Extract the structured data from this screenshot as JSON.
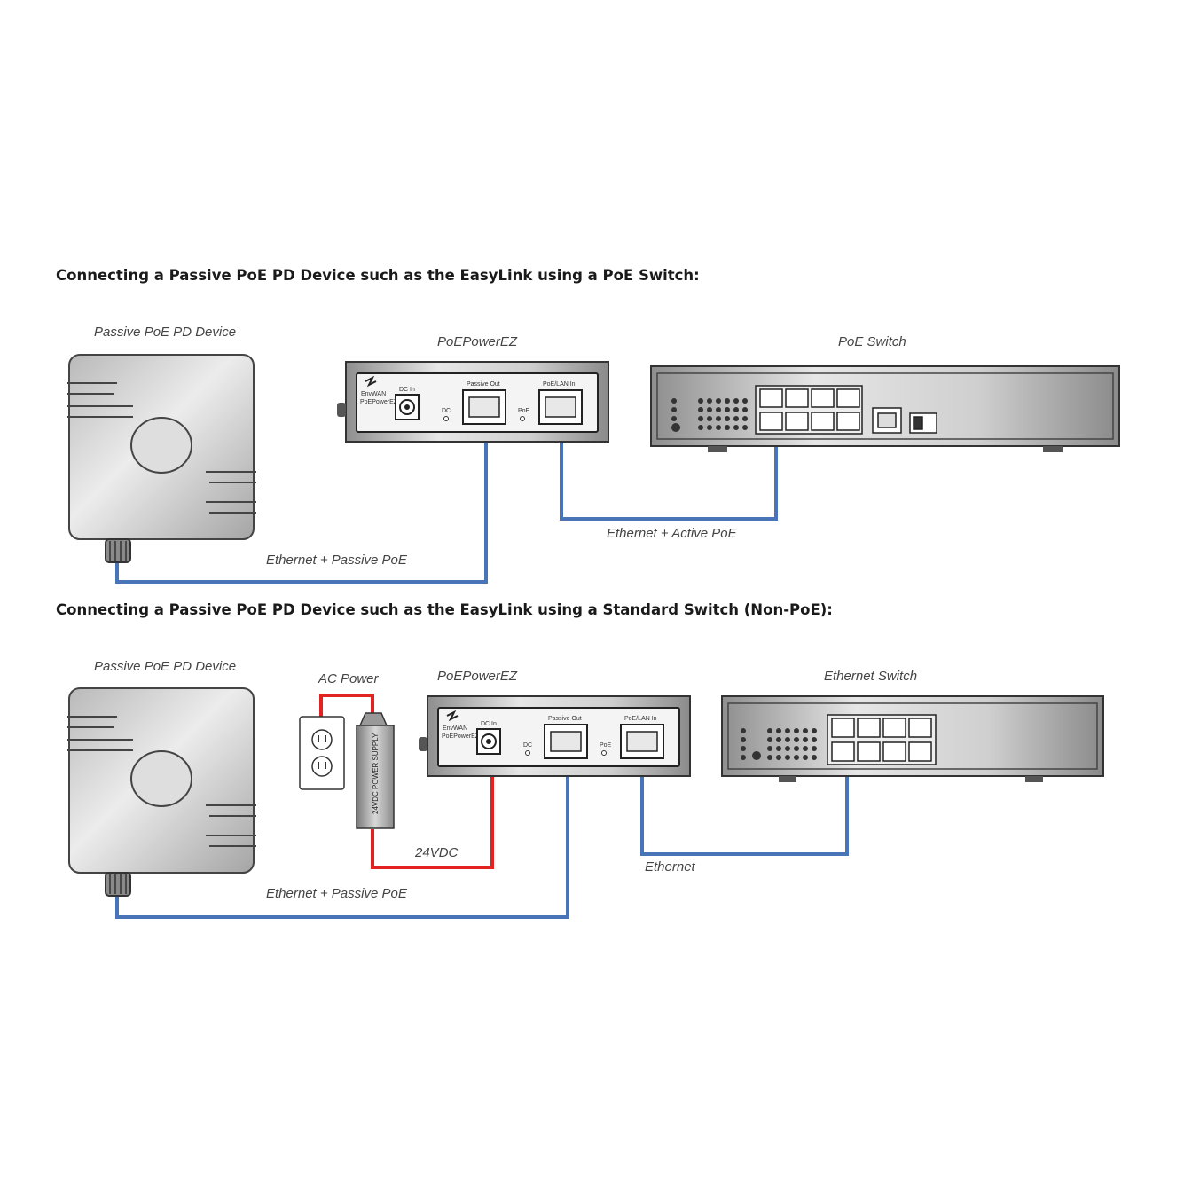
{
  "sections": [
    {
      "heading": "Connecting a Passive PoE PD Device such as the EasyLink using a PoE Switch:",
      "device_label": "Passive PoE PD Device",
      "injector_label": "PoEPowerEZ",
      "switch_label": "PoE Switch",
      "cable_device": "Ethernet + Passive PoE",
      "cable_switch": "Ethernet + Active PoE"
    },
    {
      "heading": "Connecting a Passive PoE PD Device such as the EasyLink using a Standard Switch (Non-PoE):",
      "device_label": "Passive PoE PD Device",
      "ac_label": "AC Power",
      "injector_label": "PoEPowerEZ",
      "switch_label": "Ethernet Switch",
      "dc_label": "24VDC",
      "cable_device": "Ethernet + Passive PoE",
      "cable_switch": "Ethernet"
    }
  ],
  "injector_panel": {
    "brand": "EnvWAN",
    "model": "PoEPowerEZ",
    "dc_in": "DC In",
    "passive_out": "Passive Out",
    "poe_lan_in": "PoE/LAN In",
    "dc_led": "DC",
    "poe_led": "PoE"
  },
  "psu_text": "24VDC POWER SUPPLY",
  "colors": {
    "ethernet": "#4a74b8",
    "dc_power": "#e32222",
    "device_body": "#c9c9c9",
    "outline": "#333333"
  }
}
